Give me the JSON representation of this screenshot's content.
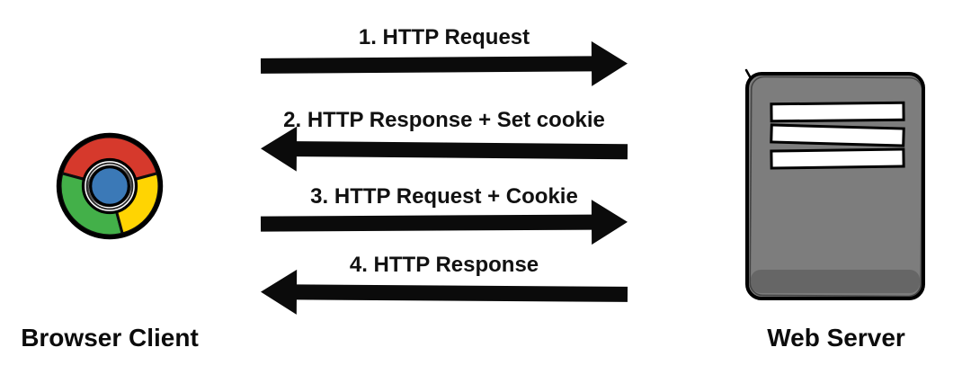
{
  "diagram": {
    "left_node": {
      "label": "Browser Client",
      "icon": "chrome-browser-icon"
    },
    "right_node": {
      "label": "Web Server",
      "icon": "web-server-icon"
    },
    "arrows": [
      {
        "step": "1",
        "label": "1. HTTP Request",
        "direction": "right"
      },
      {
        "step": "2",
        "label": "2. HTTP Response + Set cookie",
        "direction": "left"
      },
      {
        "step": "3",
        "label": "3. HTTP Request + Cookie",
        "direction": "right"
      },
      {
        "step": "4",
        "label": "4. HTTP Response",
        "direction": "left"
      }
    ],
    "colors": {
      "arrow": "#0b0b0b",
      "text": "#111111",
      "server_gray": "#7d7d7d",
      "server_shadow": "rgba(0,0,0,0.18)",
      "slot_white": "#ffffff",
      "chrome": {
        "red": "#d6392c",
        "green": "#43b049",
        "yellow": "#ffd402",
        "blue": "#3b79b7"
      }
    }
  }
}
